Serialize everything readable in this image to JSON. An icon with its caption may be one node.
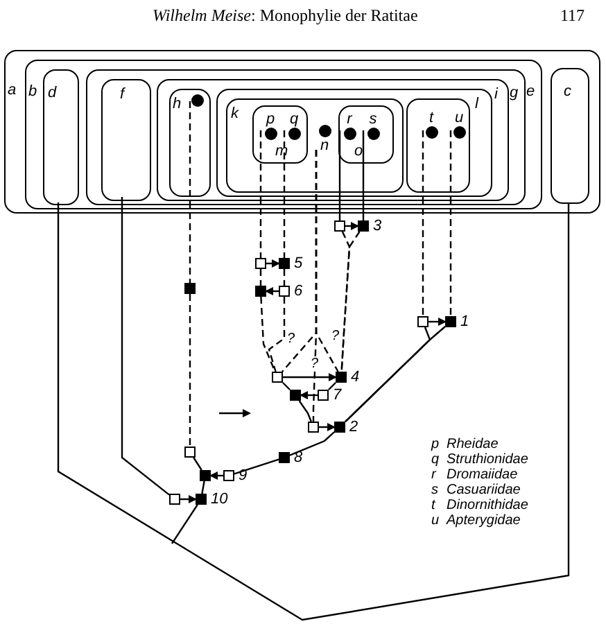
{
  "diagram": {
    "title": "*Wilhelm Meise*: Monophylie der Ratitae",
    "nodes": [
      {
        "text": [
          "a"
        ]
      },
      {
        "text": [
          "b",
          "e"
        ],
        "in": 0
      },
      {
        "text": [
          "d"
        ],
        "in": 1
      },
      {
        "text": [
          "g"
        ],
        "in": 1
      },
      {
        "text": [
          "f"
        ],
        "in": 3
      },
      {
        "text": [
          "i"
        ],
        "in": 3
      },
      {
        "text": [
          "h"
        ],
        "in": 5
      },
      {
        "text": [],
        "shape": "circle",
        "in": 6
      },
      {
        "text": [
          "l"
        ],
        "in": 5
      },
      {
        "text": [
          "k"
        ],
        "in": 8
      },
      {
        "text": [
          "m"
        ],
        "in": 9
      },
      {
        "text": [
          "p"
        ],
        "in": 10
      },
      {
        "text": [
          "q"
        ],
        "in": 10
      },
      {
        "text": [
          "n"
        ],
        "in": 9
      },
      {
        "text": [
          "o"
        ],
        "in": 9
      },
      {
        "text": [
          "r"
        ],
        "in": 14
      },
      {
        "text": [
          "s"
        ],
        "in": 14
      },
      {
        "text": [],
        "shape": "box",
        "in": 8
      },
      {
        "text": [
          "t"
        ],
        "in": 17
      },
      {
        "text": [
          "u"
        ],
        "in": 17
      },
      {
        "text": [
          "c"
        ],
        "in": 0
      },
      {
        "text": [],
        "shape": "box"
      },
      {
        "text": [],
        "shape": "box"
      },
      {
        "text": [],
        "shape": "box",
        "beside": [
          "5"
        ]
      },
      {
        "text": [],
        "shape": "box"
      },
      {
        "text": [],
        "shape": "box",
        "beside": [
          "6"
        ]
      },
      {
        "text": [],
        "shape": "box"
      },
      {
        "text": [],
        "shape": "box",
        "beside": [
          "3"
        ]
      },
      {
        "text": [],
        "shape": "box"
      },
      {
        "text": [],
        "shape": "box",
        "beside": [
          "1"
        ]
      },
      {
        "text": [],
        "shape": "box"
      },
      {
        "text": [],
        "shape": "box",
        "beside": [
          "4"
        ]
      },
      {
        "text": [],
        "shape": "box"
      },
      {
        "text": [],
        "shape": "box",
        "beside": [
          "7"
        ]
      },
      {
        "text": [],
        "shape": "box"
      },
      {
        "text": [],
        "shape": "box",
        "beside": [
          "2"
        ]
      },
      {
        "text": [],
        "shape": "box",
        "beside": [
          "8"
        ]
      },
      {
        "text": [],
        "shape": "box"
      },
      {
        "text": [],
        "shape": "box"
      },
      {
        "text": [],
        "shape": "box",
        "beside": [
          "9"
        ]
      },
      {
        "text": [],
        "shape": "box"
      },
      {
        "text": [],
        "shape": "box",
        "beside": [
          "10"
        ]
      }
    ],
    "edges": [
      {
        "from": 7,
        "to": 21,
        "arrow": "none",
        "style": "dashed"
      },
      {
        "from": 21,
        "to": 37,
        "arrow": "none",
        "style": "dashed"
      },
      {
        "from": 37,
        "to": 38,
        "arrow": "none"
      },
      {
        "from": 39,
        "to": 38,
        "arrow": "to"
      },
      {
        "from": 38,
        "to": 41,
        "arrow": "none"
      },
      {
        "from": 40,
        "to": 41,
        "arrow": "to"
      },
      {
        "from": 11,
        "to": 22,
        "arrow": "none",
        "style": "dashed"
      },
      {
        "from": 12,
        "to": 23,
        "arrow": "none",
        "style": "dashed"
      },
      {
        "from": 22,
        "to": 23,
        "arrow": "to"
      },
      {
        "from": 22,
        "to": 24,
        "arrow": "none",
        "style": "dashed"
      },
      {
        "from": 23,
        "to": 25,
        "arrow": "none",
        "style": "dashed"
      },
      {
        "from": 25,
        "to": 24,
        "arrow": "to"
      },
      {
        "from": 24,
        "to": 30,
        "arrow": "none",
        "style": "dashed"
      },
      {
        "from": 25,
        "to": 30,
        "arrow": "none",
        "style": "dashed"
      },
      {
        "from": 15,
        "to": 26,
        "arrow": "none"
      },
      {
        "from": 16,
        "to": 27,
        "arrow": "none"
      },
      {
        "from": 26,
        "to": 27,
        "arrow": "to"
      },
      {
        "from": 26,
        "to": 31,
        "arrow": "none",
        "style": "dashed"
      },
      {
        "from": 27,
        "to": 31,
        "arrow": "none",
        "style": "dashed"
      },
      {
        "from": 13,
        "to": 30,
        "arrow": "none",
        "style": "dashed",
        "label": "?"
      },
      {
        "from": 13,
        "to": 31,
        "arrow": "none",
        "style": "dashed",
        "label": "?"
      },
      {
        "from": 13,
        "to": 34,
        "arrow": "none",
        "style": "dashed",
        "label": "?"
      },
      {
        "from": 30,
        "to": 32,
        "arrow": "none"
      },
      {
        "from": 33,
        "to": 32,
        "arrow": "to"
      },
      {
        "from": 31,
        "to": 33,
        "arrow": "none"
      },
      {
        "from": 32,
        "to": 34,
        "arrow": "none"
      },
      {
        "from": 34,
        "to": 35,
        "arrow": "to"
      },
      {
        "from": 29,
        "to": 35,
        "arrow": "none"
      },
      {
        "from": 18,
        "to": 28,
        "arrow": "none",
        "style": "dashed"
      },
      {
        "from": 19,
        "to": 29,
        "arrow": "none",
        "style": "dashed"
      },
      {
        "from": 28,
        "to": 29,
        "arrow": "to"
      },
      {
        "from": 28,
        "to": 35,
        "arrow": "none"
      },
      {
        "from": 35,
        "to": 36,
        "arrow": "none"
      },
      {
        "from": 36,
        "to": 39,
        "arrow": "none"
      },
      {
        "from": 2,
        "to": 20,
        "arrow": "none"
      },
      {
        "from": 41,
        "to": null,
        "arrow": "none"
      },
      {
        "from": 4,
        "to": 40,
        "arrow": "none"
      },
      {
        "from": 30,
        "to": 31,
        "arrow": "to"
      }
    ],
    "labels": [
      "117",
      "p",
      "Rheidae",
      "q",
      "Struthionidae",
      "r",
      "Dromaiidae",
      "s",
      "Casuariidae",
      "t",
      "Dinornithidae",
      "u",
      "Apterygidae"
    ]
  }
}
